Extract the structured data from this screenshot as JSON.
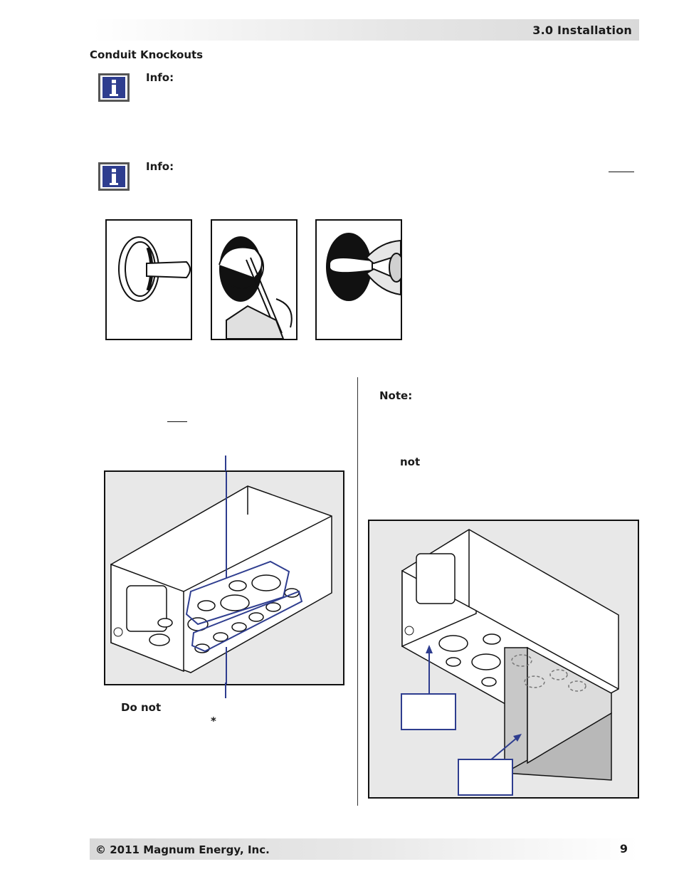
{
  "header": {
    "section": "3.0 Installation"
  },
  "section_title": "Conduit Knockouts",
  "info_blocks": [
    {
      "label": "Info:",
      "icon": "info-icon"
    },
    {
      "label": "Info:",
      "icon": "info-icon"
    }
  ],
  "left_column": {
    "emphasis": "Do not",
    "asterisk": "*"
  },
  "right_column": {
    "note_label": "Note:",
    "not_word": "not"
  },
  "footer": {
    "copyright": "© 2011 Magnum Energy, Inc.",
    "page_number": "9"
  },
  "colors": {
    "accent": "#2e3d8f",
    "icon_blue": "#2e3d8f",
    "figure_bg": "#e8e8e8"
  }
}
